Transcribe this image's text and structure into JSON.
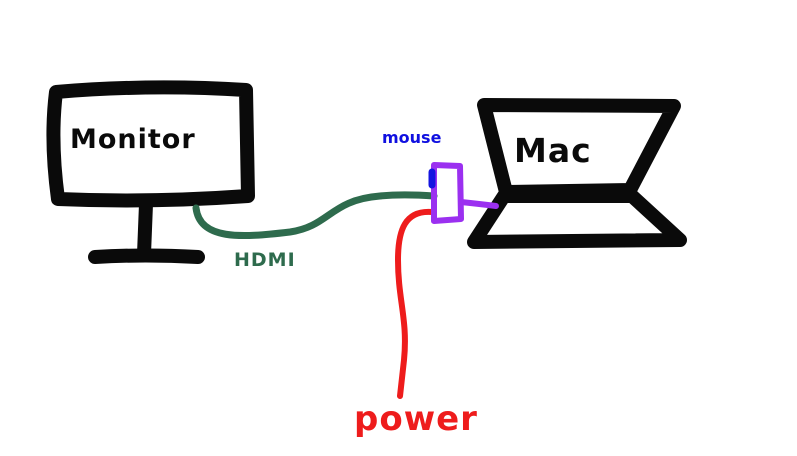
{
  "diagram": {
    "labels": {
      "monitor": "Monitor",
      "mac": "Mac",
      "mouse": "mouse",
      "hdmi": "HDMI",
      "power": "power"
    },
    "colors": {
      "background": "#ffffff",
      "device_outline": "#0a0a0a",
      "hdmi_cable": "#2e6b4d",
      "adapter": "#9b30f0",
      "mouse_port": "#1515e0",
      "mouse_label": "#1010e0",
      "power_cable": "#ee1c1c",
      "power_label": "#ee1c1c"
    }
  }
}
